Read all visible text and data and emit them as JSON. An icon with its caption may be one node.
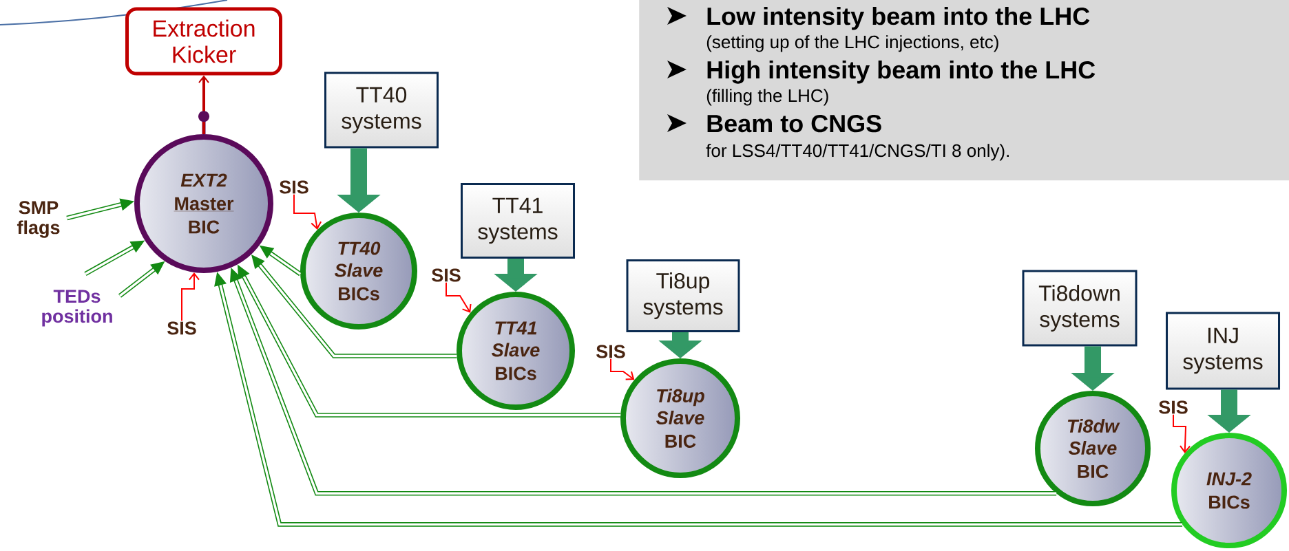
{
  "diagram": {
    "nodes": [
      {
        "text": [
          "Low intensity beam into the LHC",
          "(setting up of the LHC injections, etc)",
          "High intensity beam into the LHC",
          "(filling the LHC)",
          "Beam to CNGS",
          "for LSS4/TT40/TT41/CNGS/TI 8 only)."
        ]
      },
      {
        "text": [
          "Extraction Kicker"
        ]
      },
      {
        "text": [
          "EXT2",
          "Master",
          "BIC"
        ]
      },
      {
        "text": [
          "TT40 systems"
        ]
      },
      {
        "text": [
          "TT40 Slave",
          "BICs"
        ]
      },
      {
        "text": [
          "TT41 systems"
        ]
      },
      {
        "text": [
          "TT41 Slave",
          "BICs"
        ]
      },
      {
        "text": [
          "Ti8up systems"
        ]
      },
      {
        "text": [
          "Ti8up Slave",
          "BIC"
        ]
      },
      {
        "text": [
          "Ti8down systems"
        ]
      },
      {
        "text": [
          "Ti8dw Slave",
          "BIC"
        ]
      },
      {
        "text": [
          "INJ systems"
        ]
      },
      {
        "text": [
          "INJ-2",
          "BICs"
        ]
      },
      {
        "text": [
          "SMP flags"
        ]
      },
      {
        "text": [
          "TEDs position"
        ]
      },
      {
        "text": [
          "SIS"
        ]
      },
      {
        "text": [
          "SIS"
        ]
      },
      {
        "text": [
          "SIS"
        ]
      },
      {
        "text": [
          "SIS"
        ]
      },
      {
        "text": [
          "SIS"
        ]
      }
    ],
    "edges": [
      {
        "from": 2,
        "to": 1,
        "arrow": "to",
        "color": "#c00000"
      },
      {
        "from": 3,
        "to": 4,
        "arrow": "to",
        "style": "thick"
      },
      {
        "from": 5,
        "to": 6,
        "arrow": "to",
        "style": "thick"
      },
      {
        "from": 7,
        "to": 8,
        "arrow": "to",
        "style": "thick"
      },
      {
        "from": 9,
        "to": 10,
        "arrow": "to",
        "style": "thick"
      },
      {
        "from": 11,
        "to": 12,
        "arrow": "to",
        "style": "thick"
      },
      {
        "from": 13,
        "to": 2,
        "arrow": "to"
      },
      {
        "from": 14,
        "to": 2,
        "arrow": "to"
      },
      {
        "from": 14,
        "to": 2,
        "arrow": "to"
      },
      {
        "from": 15,
        "to": 2,
        "arrow": "to",
        "color": "#ff0000"
      },
      {
        "from": 16,
        "to": 4,
        "arrow": "to",
        "color": "#ff0000"
      },
      {
        "from": 17,
        "to": 6,
        "arrow": "to",
        "color": "#ff0000"
      },
      {
        "from": 18,
        "to": 8,
        "arrow": "to",
        "color": "#ff0000"
      },
      {
        "from": 19,
        "to": 12,
        "arrow": "to",
        "color": "#ff0000"
      },
      {
        "from": 4,
        "to": 2,
        "arrow": "to"
      },
      {
        "from": 6,
        "to": 2,
        "arrow": "to"
      },
      {
        "from": 8,
        "to": 2,
        "arrow": "to"
      },
      {
        "from": 10,
        "to": 2,
        "arrow": "to"
      },
      {
        "from": 12,
        "to": 2,
        "arrow": "to"
      }
    ]
  }
}
